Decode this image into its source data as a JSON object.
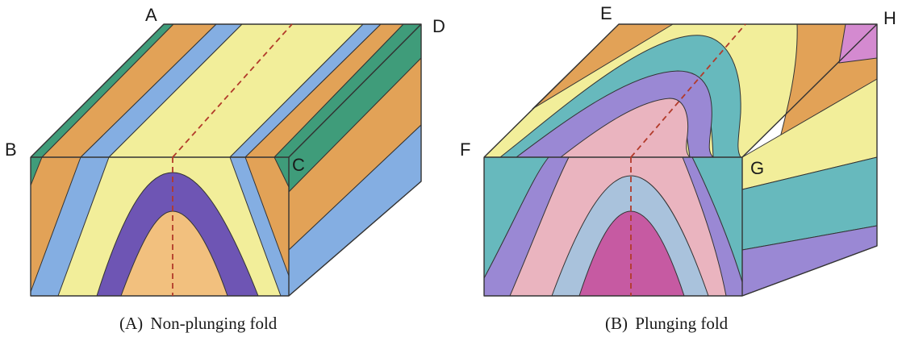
{
  "colors": {
    "green": "#3f9c7a",
    "orange": "#e2a257",
    "blue": "#84aee2",
    "yellow": "#f2ee9a",
    "purple": "#6e55b4",
    "core": "#f2c07e",
    "teal": "#67b9bd",
    "violet": "#9a88d4",
    "pink": "#eab4bf",
    "lightblue": "#a9c2dc",
    "magenta": "#c65aa2",
    "lilac": "#d48ad0",
    "axis": "#b23a2a",
    "edge": "#333333"
  },
  "panel_a": {
    "labels": {
      "a": "A",
      "b": "B",
      "c": "C",
      "d": "D"
    },
    "caption_letter": "(A)",
    "caption_text": "Non-plunging fold"
  },
  "panel_b": {
    "labels": {
      "e": "E",
      "f": "F",
      "g": "G",
      "h": "H"
    },
    "caption_letter": "(B)",
    "caption_text": "Plunging fold"
  }
}
